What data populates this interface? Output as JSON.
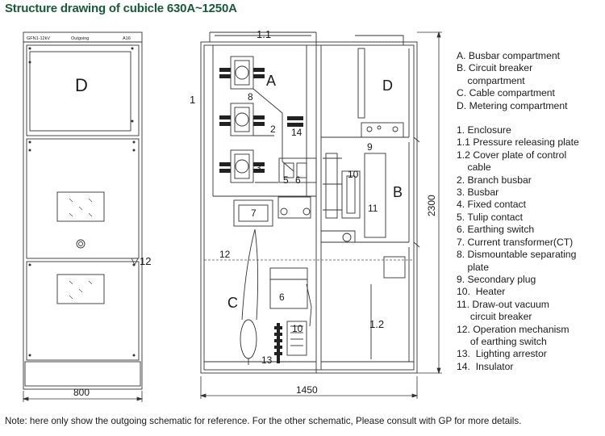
{
  "title": "Structure drawing of cubicle 630A~1250A",
  "front_view": {
    "header_left": "GFN1-12kV",
    "header_center": "Outgoing",
    "header_right": "A16",
    "label_d": "D",
    "label_12": "12",
    "width_dim": "800"
  },
  "side_view": {
    "label_1_1": "1.1",
    "label_1": "1",
    "label_1_2": "1.2",
    "label_a": "A",
    "label_b": "B",
    "label_c": "C",
    "label_d": "D",
    "num_2": "2",
    "num_3": "3",
    "num_5": "5",
    "num_6": "6",
    "num_7": "7",
    "num_8": "8",
    "num_9": "9",
    "num_10": "10",
    "num_11": "11",
    "num_12": "12",
    "num_13": "13",
    "num_14": "14",
    "width_dim": "1450",
    "height_dim": "2300"
  },
  "legend": {
    "compartments": [
      "A. Busbar compartment",
      "B. Circuit breaker",
      "    compartment",
      "C. Cable compartment",
      "D. Metering compartment"
    ],
    "components": [
      "1. Enclosure",
      "1.1 Pressure releasing plate",
      "1.2 Cover plate of control",
      "    cable",
      "2. Branch busbar",
      "3. Busbar",
      "4. Fixed contact",
      "5. Tulip contact",
      "6. Earthing switch",
      "7. Current transformer(CT)",
      "8. Dismountable separating",
      "    plate",
      "9. Secondary plug",
      "10.  Heater",
      "11. Draw-out vacuum",
      "     circuit breaker",
      "12. Operation mechanism",
      "     of earthing switch",
      "13.  Lighting arrestor",
      "14.  Insulator"
    ]
  },
  "footnote": "Note: here only show the outgoing schematic for reference. For the other schematic, Please consult with GP for more details."
}
